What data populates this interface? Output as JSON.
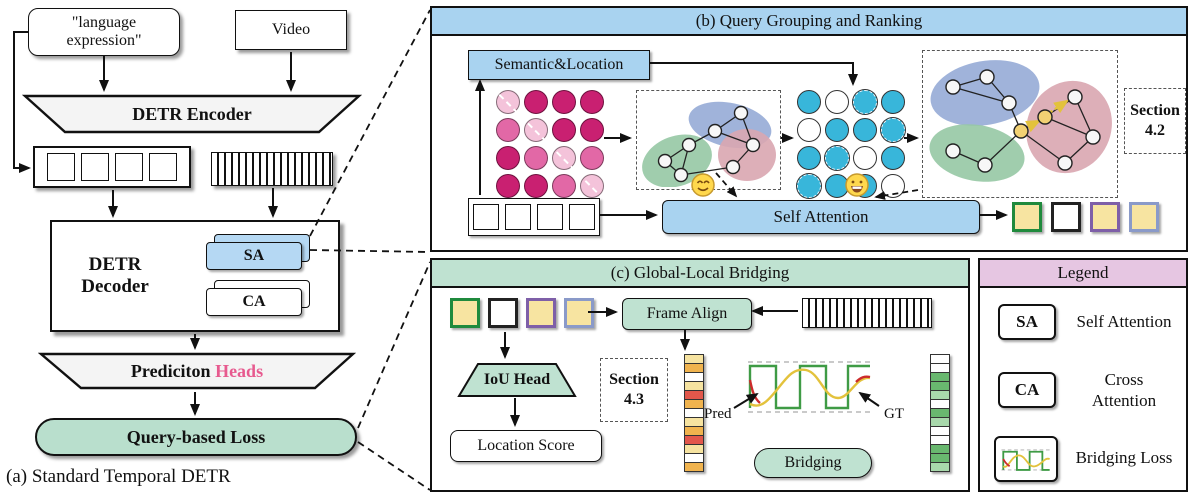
{
  "colors": {
    "blue": "#a9d3f0",
    "green": "#bfe2d1",
    "loss_green": "#b9dfcd",
    "legend_pink": "#e6c6e2",
    "heads_pink": "#e75a8f",
    "magenta_dark": "#c92071",
    "magenta_light": "#f4c3da",
    "cyan": "#38b6da",
    "square_yellow": "#f7e4a1"
  },
  "panel_a": {
    "caption": "(a) Standard Temporal DETR",
    "language_expression": "\"language expression\"",
    "video": "Video",
    "detr_encoder": "DETR Encoder",
    "detr_decoder": "DETR Decoder",
    "sa": "SA",
    "ca": "CA",
    "prediction_heads_black": "Prediciton",
    "prediction_heads_pink": "Heads",
    "query_based_loss": "Query-based Loss"
  },
  "panel_b": {
    "title": "(b) Query Grouping and Ranking",
    "semantic_location": "Semantic&Location",
    "self_attention": "Self Attention",
    "section_label": "Section",
    "section_number": "4.2",
    "icons": {
      "face_1": "smiling-face",
      "face_2": "grinning-face"
    },
    "semantic_grid": [
      "light",
      "dark",
      "dark",
      "dark",
      "mid",
      "light",
      "dark",
      "dark",
      "dark",
      "mid",
      "light",
      "mid",
      "dark",
      "dark",
      "mid",
      "light"
    ],
    "location_grid": [
      "c",
      "w",
      "cd",
      "c",
      "w",
      "c",
      "c",
      "cd",
      "c",
      "cd",
      "w",
      "c",
      "cd",
      "c",
      "c",
      "w"
    ],
    "output_squares": [
      {
        "fill": "#f7e4a1",
        "border": "#1f8a3d"
      },
      {
        "fill": "#ffffff",
        "border": "#222222"
      },
      {
        "fill": "#f7e4a1",
        "border": "#7e5fa8"
      },
      {
        "fill": "#f7e4a1",
        "border": "#8a9ac9"
      }
    ]
  },
  "panel_c": {
    "title": "(c) Global-Local Bridging",
    "frame_align": "Frame Align",
    "iou_head": "IoU Head",
    "location_score": "Location Score",
    "section_label": "Section",
    "section_number": "4.3",
    "pred_label": "Pred",
    "gt_label": "GT",
    "bridging": "Bridging",
    "input_squares": [
      {
        "fill": "#f7e4a1",
        "border": "#1f8a3d"
      },
      {
        "fill": "#ffffff",
        "border": "#222222"
      },
      {
        "fill": "#f7e4a1",
        "border": "#7e5fa8"
      },
      {
        "fill": "#f7e4a1",
        "border": "#8a9ac9"
      }
    ],
    "pred_column": [
      "#f6e3a0",
      "#f0b34e",
      "#ffffff",
      "#f6e3a0",
      "#e2574b",
      "#f0b34e",
      "#ffffff",
      "#f6e3a0",
      "#f0b34e",
      "#e2574b",
      "#f6e3a0",
      "#ffffff",
      "#f0b34e"
    ],
    "gt_column": [
      "#ffffff",
      "#ffffff",
      "#69b86f",
      "#69b86f",
      "#a8d8ab",
      "#ffffff",
      "#69b86f",
      "#a8d8ab",
      "#ffffff",
      "#ffffff",
      "#69b86f",
      "#69b86f",
      "#a8d8ab"
    ]
  },
  "legend": {
    "title": "Legend",
    "items": [
      {
        "symbol": "SA",
        "label": "Self Attention"
      },
      {
        "symbol": "CA",
        "label": "Cross Attention"
      },
      {
        "symbol": "bridging-curve",
        "label": "Bridging Loss"
      }
    ]
  }
}
